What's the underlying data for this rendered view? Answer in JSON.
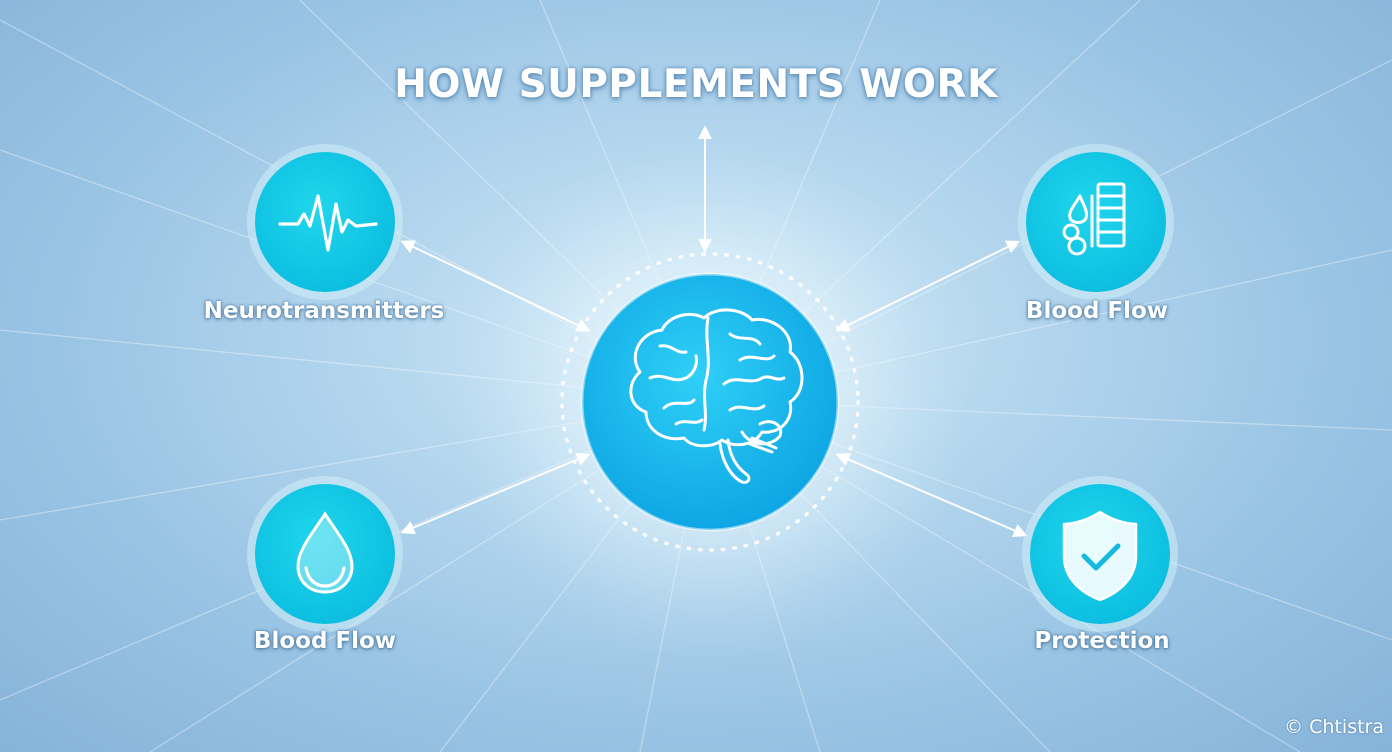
{
  "title": "HOW SUPPLEMENTS WORK",
  "center": {
    "icon": "brain-icon"
  },
  "nodes": [
    {
      "id": "neurotransmitters",
      "label": "Neurotransmitters",
      "icon": "heartbeat-wave-icon"
    },
    {
      "id": "blood-flow-top",
      "label": "Blood Flow",
      "icon": "blood-cells-chart-icon"
    },
    {
      "id": "blood-flow-bottom",
      "label": "Blood Flow",
      "icon": "water-drop-icon"
    },
    {
      "id": "protection",
      "label": "Protection",
      "icon": "shield-check-icon"
    }
  ],
  "watermark": "Chtistra",
  "colors": {
    "node_fill": "#12c9e6",
    "center_fill": "#15b8ee",
    "ring": "#bfe6f7",
    "icon_stroke": "#ffffff"
  }
}
